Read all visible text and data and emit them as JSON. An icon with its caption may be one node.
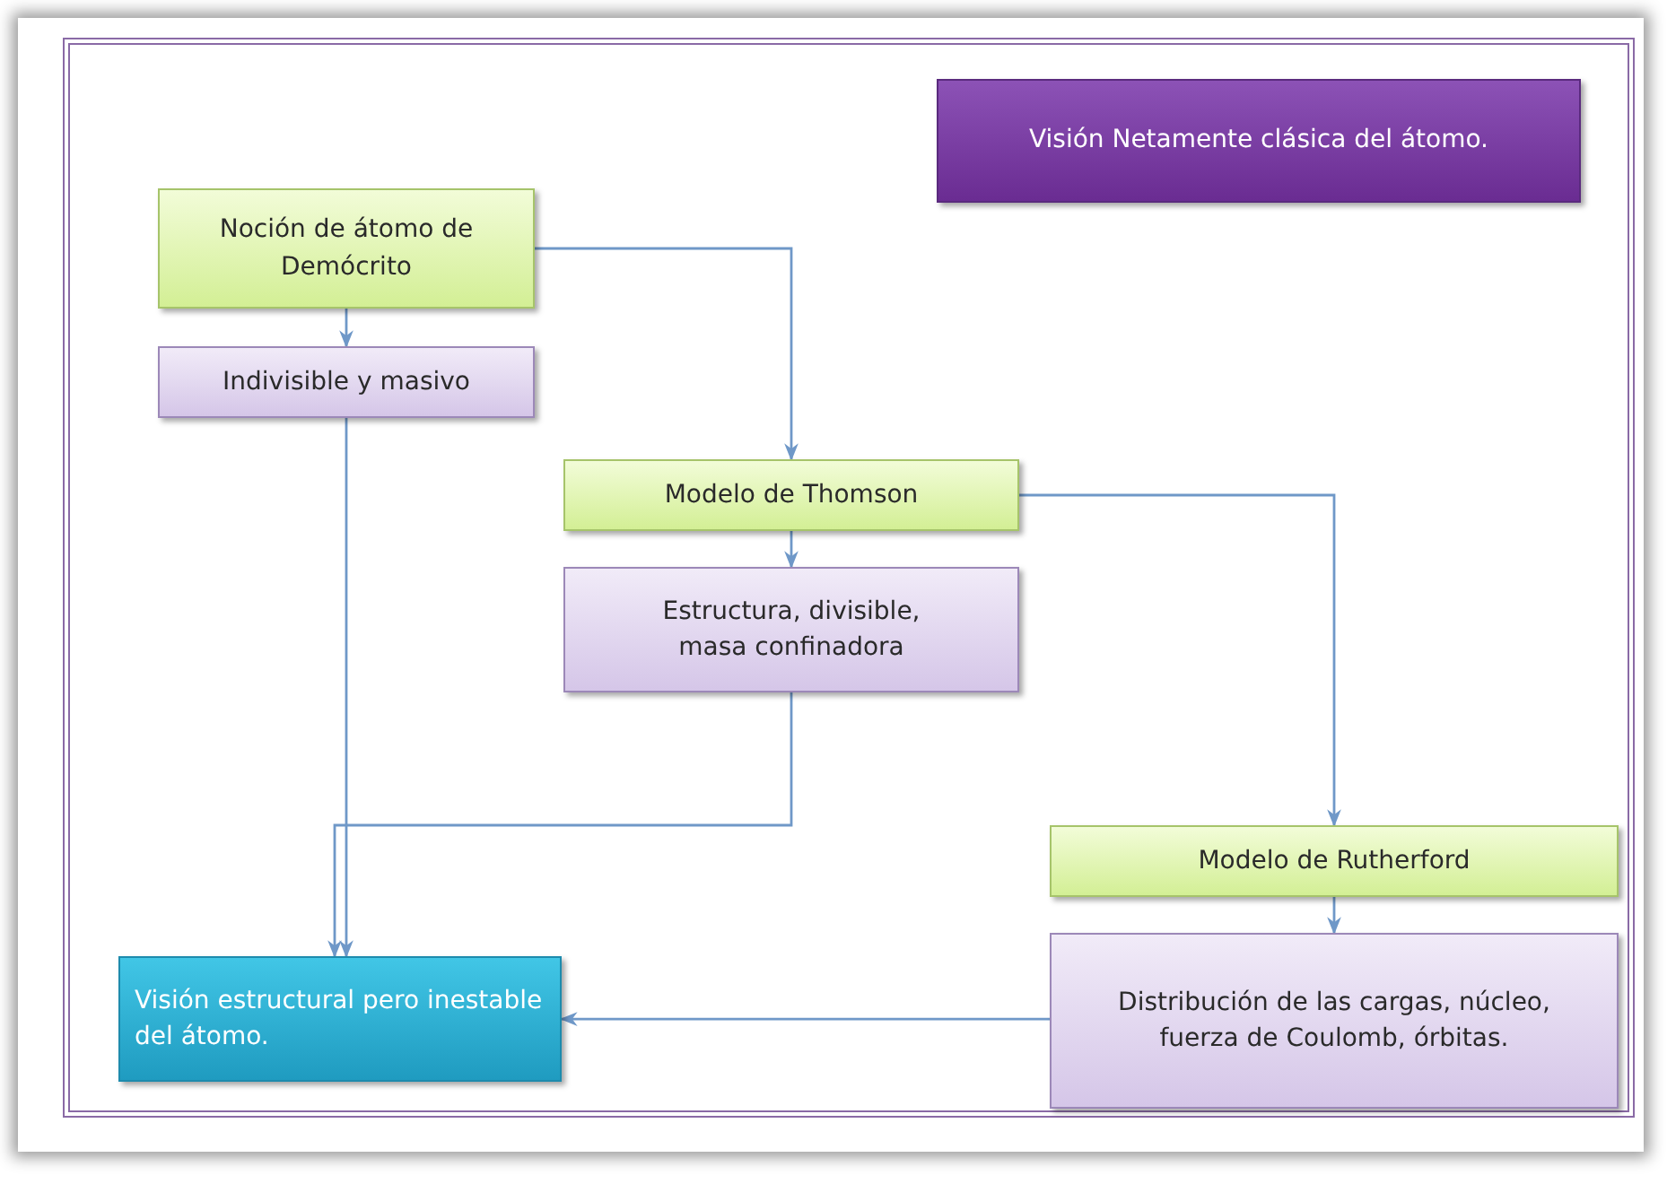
{
  "diagram": {
    "nodes": [
      {
        "text": [
          "Visión Netamente clásica del átomo."
        ]
      },
      {
        "text": [
          "Noción de átomo de Demócrito"
        ]
      },
      {
        "text": [
          "Indivisible y masivo"
        ]
      },
      {
        "text": [
          "Modelo de Thomson"
        ]
      },
      {
        "text": [
          "Estructura, divisible, masa confinadora"
        ]
      },
      {
        "text": [
          "Modelo de Rutherford"
        ]
      },
      {
        "text": [
          "Distribución de las cargas, núcleo, fuerza de Coulomb, órbitas."
        ]
      },
      {
        "text": [
          "Visión estructural pero inestable del átomo."
        ]
      }
    ],
    "edges": [
      {
        "from": 1,
        "to": 2,
        "arrow": "to"
      },
      {
        "from": 1,
        "to": 3,
        "arrow": "to"
      },
      {
        "from": 3,
        "to": 4,
        "arrow": "to"
      },
      {
        "from": 3,
        "to": 5,
        "arrow": "to"
      },
      {
        "from": 5,
        "to": 6,
        "arrow": "to"
      },
      {
        "from": 2,
        "to": 7,
        "arrow": "to"
      },
      {
        "from": 4,
        "to": 7,
        "arrow": "to"
      },
      {
        "from": 6,
        "to": 7,
        "arrow": "to"
      }
    ]
  }
}
